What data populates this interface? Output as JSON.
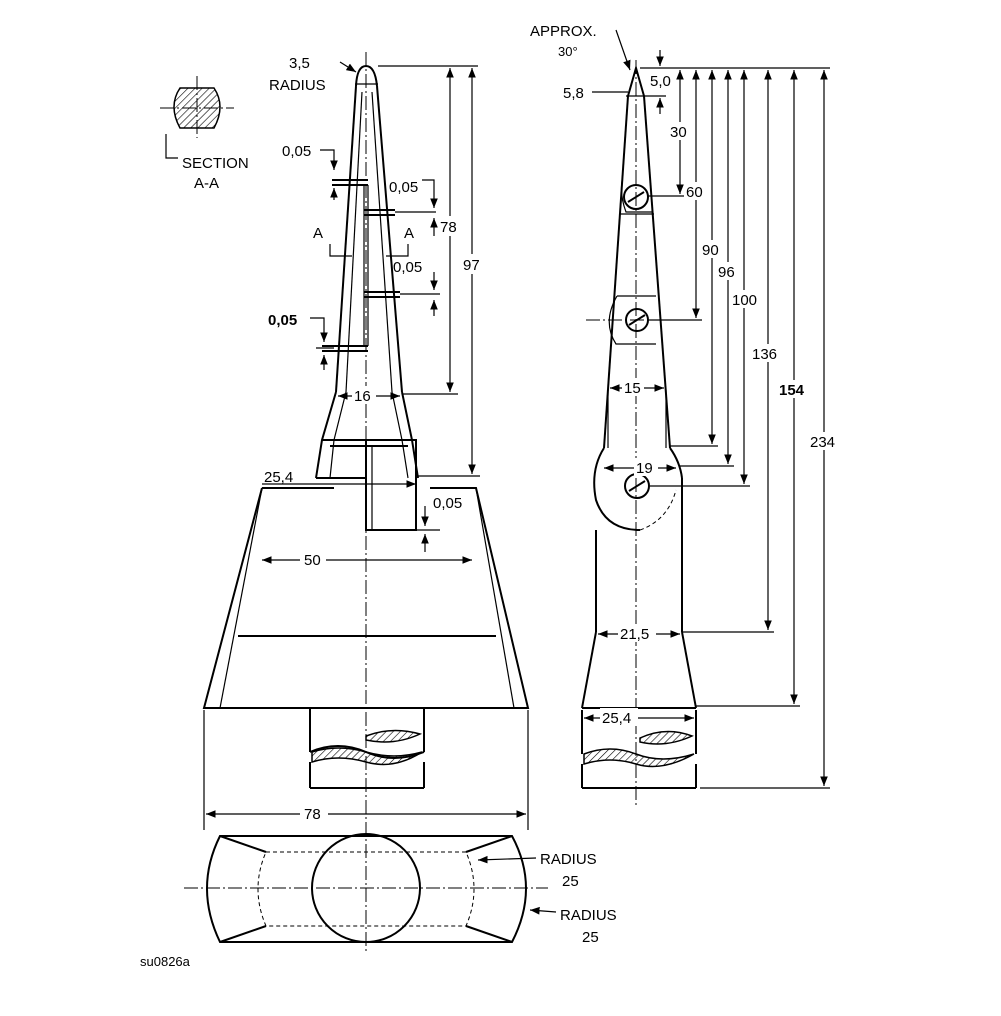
{
  "drawing": {
    "id_label": "su0826a",
    "section": {
      "title": "SECTION",
      "name": "A-A"
    },
    "section_marks": [
      "A",
      "A"
    ],
    "tip_radius": {
      "value": "3,5",
      "word": "RADIUS"
    },
    "tip_angle": {
      "word": "APPROX.",
      "value": "30°"
    },
    "base_radius_inner": {
      "word": "RADIUS",
      "value": "25"
    },
    "base_radius_outer": {
      "word": "RADIUS",
      "value": "25"
    },
    "front_dims": {
      "gap1": "0,05",
      "gap2": "0,05",
      "gap3": "0,05",
      "gap4": "0,05",
      "gap5": "0,05",
      "len78": "78",
      "len97": "97",
      "w16": "16",
      "w25_4": "25,4",
      "w50": "50",
      "w78": "78"
    },
    "side_dims": {
      "tip5_0": "5,0",
      "tip5_8": "5,8",
      "d30": "30",
      "d60": "60",
      "d90": "90",
      "d96": "96",
      "d100": "100",
      "d136": "136",
      "d154": "154",
      "d234": "234",
      "w15": "15",
      "w19": "19",
      "w21_5": "21,5",
      "w25_4": "25,4"
    }
  }
}
